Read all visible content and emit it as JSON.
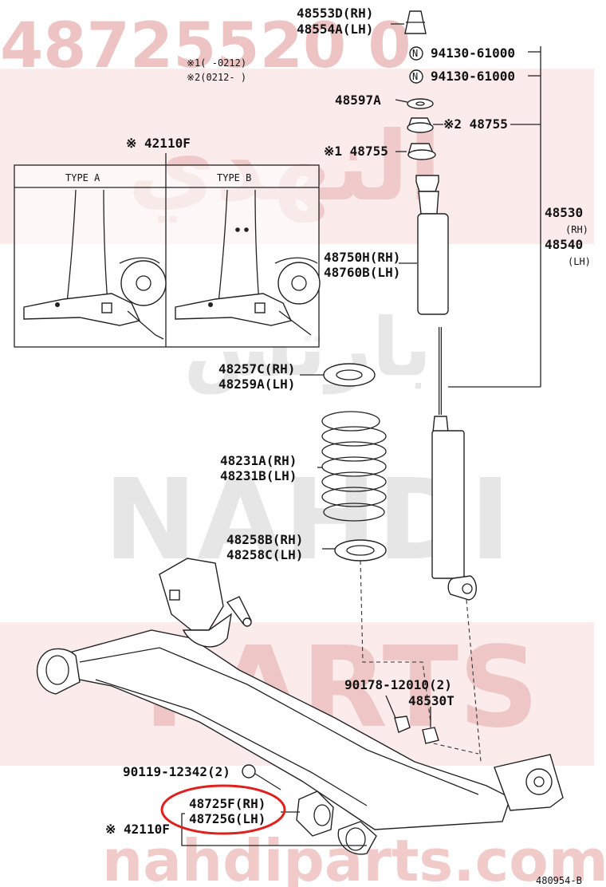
{
  "watermark": {
    "top_number": "48725520 0",
    "arabic_brand": "النهدي",
    "arabic_brand_2": "بارتس",
    "latin_1": "NAHDI",
    "latin_2": "PARTS",
    "website": "nahdiparts.com",
    "color": "#e39a9a"
  },
  "notes": {
    "note1": "※1(    -0212)",
    "note2": "※2(0212-    )"
  },
  "inset": {
    "part_label": "※ 42110F",
    "type_a": "TYPE A",
    "type_b": "TYPE B"
  },
  "parts": {
    "p48553D": "48553D(RH)",
    "p48554A": "48554A(LH)",
    "bolt1": "94130-61000",
    "bolt2": "94130-61000",
    "n_symbol": "N",
    "p48597A": "48597A",
    "p48755_2": "※2 48755",
    "p48755_1": "※1 48755",
    "p48530": "48530",
    "p48530_rh": "(RH)",
    "p48540": "48540",
    "p48540_lh": "(LH)",
    "p48750H": "48750H(RH)",
    "p48760B": "48760B(LH)",
    "p48257C": "48257C(RH)",
    "p48259A": "48259A(LH)",
    "p48231A": "48231A(RH)",
    "p48231B": "48231B(LH)",
    "p48258B": "48258B(RH)",
    "p48258C": "48258C(LH)",
    "p90178": "90178-12010(2)",
    "p48530T": "48530T",
    "p90119": "90119-12342(2)",
    "p48725F": "48725F(RH)",
    "p48725G": "48725G(LH)",
    "p42110F": "※ 42110F"
  },
  "diagram_code": "480954-B",
  "highlight_color": "#e0201c"
}
